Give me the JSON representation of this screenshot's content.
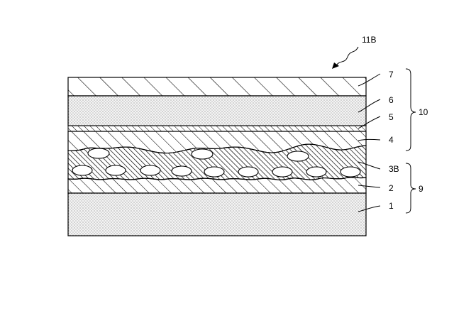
{
  "figure": {
    "reference": "11B",
    "layers": [
      {
        "label": "7",
        "pattern": "diagonal-hatch-wide"
      },
      {
        "label": "6",
        "pattern": "stipple"
      },
      {
        "label": "5",
        "pattern": "diagonal-hatch-fine"
      },
      {
        "label": "4",
        "pattern": "diagonal-hatch-dense"
      },
      {
        "label": "3B",
        "pattern": "hatched-with-particles"
      },
      {
        "label": "2",
        "pattern": "diagonal-hatch-medium"
      },
      {
        "label": "1",
        "pattern": "stipple"
      }
    ],
    "groups": [
      {
        "label": "10"
      },
      {
        "label": "9"
      }
    ]
  }
}
